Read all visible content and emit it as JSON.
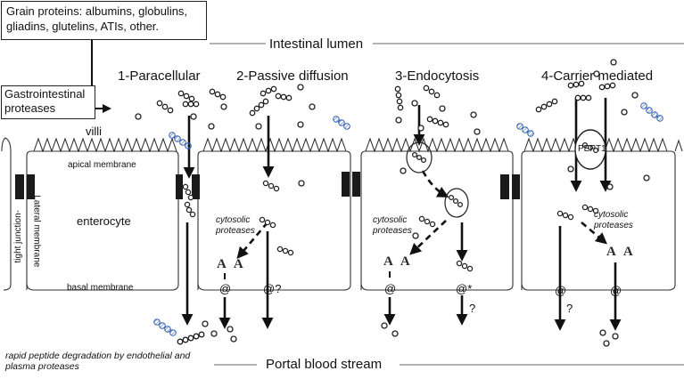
{
  "labels": {
    "grain_proteins": "Grain proteins: albumins, globulins, gliadins, glutelins, ATIs, other.",
    "intestinal_lumen": "Intestinal lumen",
    "gastrointestinal_proteases": "Gastrointestinal proteases",
    "villi": "villi",
    "apical_membrane": "apical membrane",
    "enterocyte": "enterocyte",
    "basal_membrane": "basal membrane",
    "tight_junction": "tight junction-",
    "lateral_membrane": "Lateral membrane",
    "portal_blood_stream": "Portal blood stream",
    "rapid_degradation": "rapid peptide degradation by endothelial and plasma proteases",
    "pept1": "PEPT1"
  },
  "pathways": [
    {
      "title": "1-Paracellular"
    },
    {
      "title": "2-Passive diffusion",
      "cytosolic": "cytosolic proteases",
      "aa": "A A",
      "exit_a": "@",
      "exit_b": "@?"
    },
    {
      "title": "3-Endocytosis",
      "cytosolic": "cytosolic proteases",
      "aa": "A A",
      "exit_a": "@",
      "exit_b": "@*",
      "q": "?"
    },
    {
      "title": "4-Carrier mediated",
      "cytosolic": "cytosolic proteases",
      "aa": "A A",
      "exit_a": "@",
      "exit_b": "@",
      "q": "?"
    }
  ]
}
